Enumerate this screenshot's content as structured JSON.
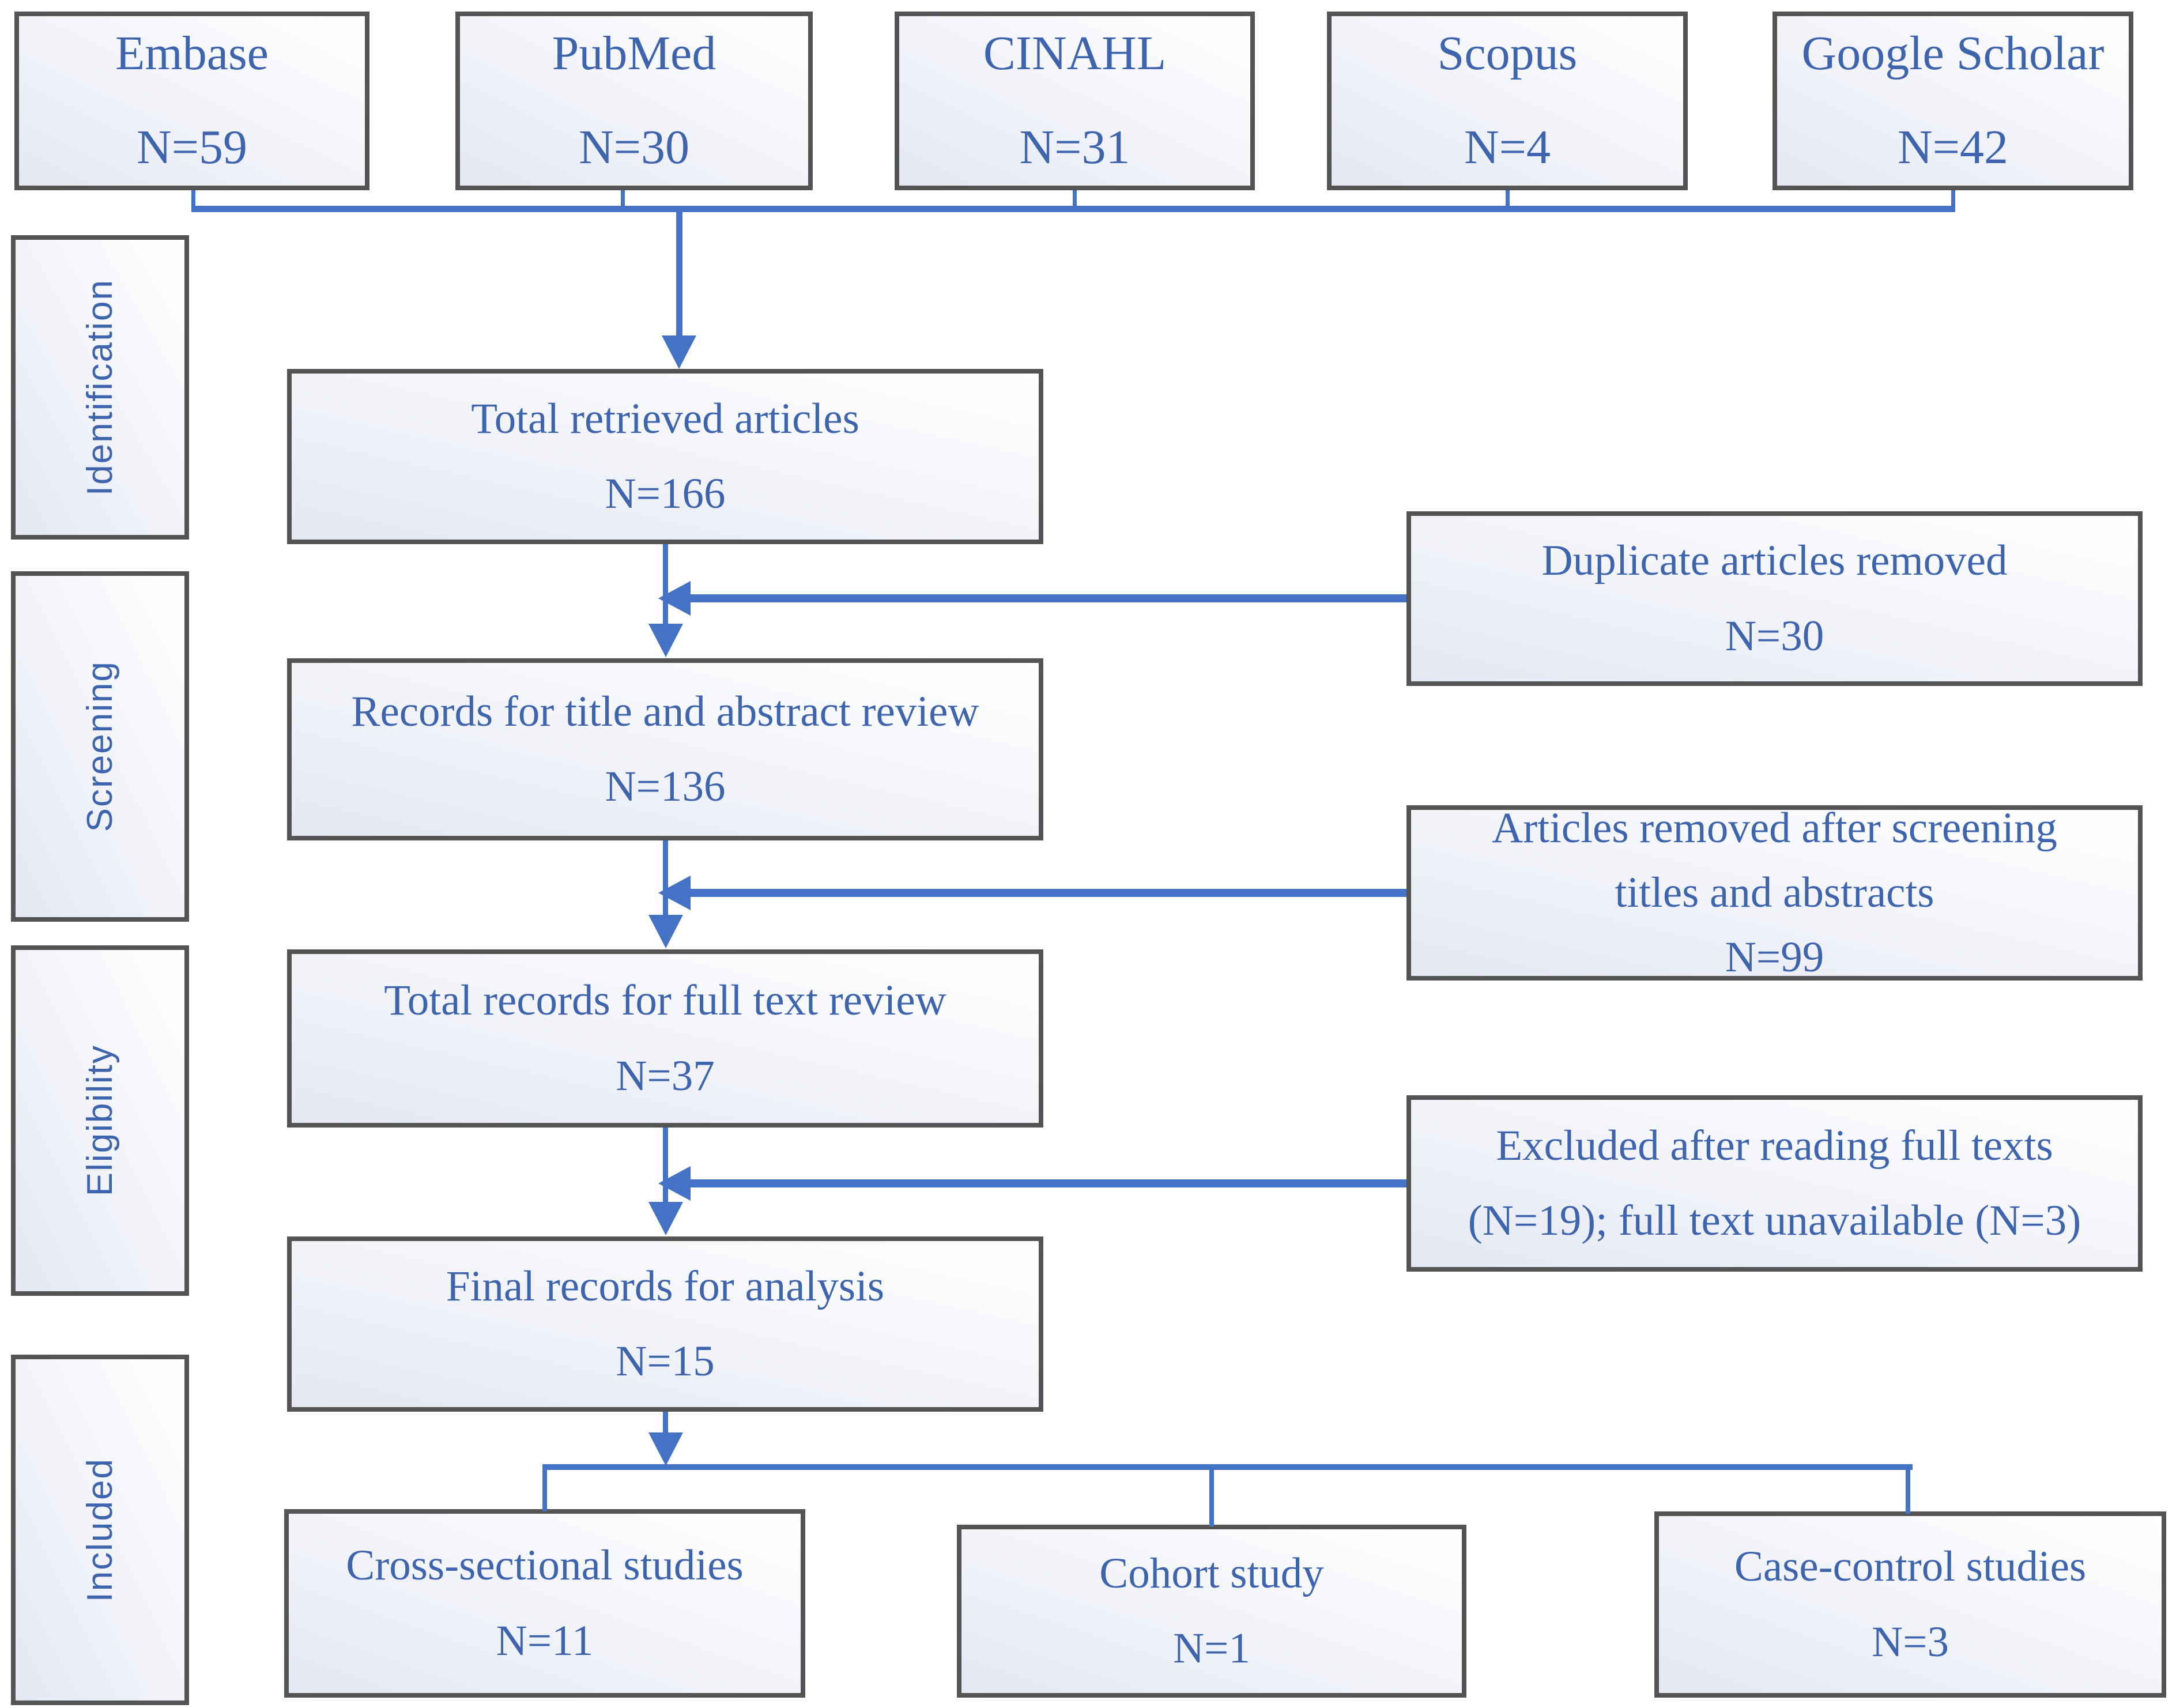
{
  "theme": {
    "accent_blue": "#4472C4",
    "text_blue": "#3E64AE",
    "border_gray": "#545454"
  },
  "stages": [
    {
      "label": "Identification"
    },
    {
      "label": "Screening"
    },
    {
      "label": "Eligibility"
    },
    {
      "label": "Included"
    }
  ],
  "sources": [
    {
      "name": "Embase",
      "count": "N=59"
    },
    {
      "name": "PubMed",
      "count": "N=30"
    },
    {
      "name": "CINAHL",
      "count": "N=31"
    },
    {
      "name": "Scopus",
      "count": "N=4"
    },
    {
      "name": "Google Scholar",
      "count": "N=42"
    }
  ],
  "flow": [
    {
      "lines": [
        "Total retrieved articles",
        "N=166"
      ]
    },
    {
      "lines": [
        "Records for title and abstract review",
        "N=136"
      ]
    },
    {
      "lines": [
        "Total records for full text review",
        "N=37"
      ]
    },
    {
      "lines": [
        "Final records for analysis",
        "N=15"
      ]
    }
  ],
  "exclusions": [
    {
      "lines": [
        "Duplicate articles removed",
        "N=30"
      ]
    },
    {
      "lines": [
        "Articles removed after screening",
        "titles and abstracts",
        "N=99"
      ]
    },
    {
      "lines": [
        "Excluded after reading full texts",
        "(N=19); full text unavailable (N=3)"
      ]
    }
  ],
  "included": [
    {
      "lines": [
        "Cross-sectional studies",
        "N=11"
      ]
    },
    {
      "lines": [
        "Cohort study",
        "N=1"
      ]
    },
    {
      "lines": [
        "Case-control studies",
        "N=3"
      ]
    }
  ]
}
